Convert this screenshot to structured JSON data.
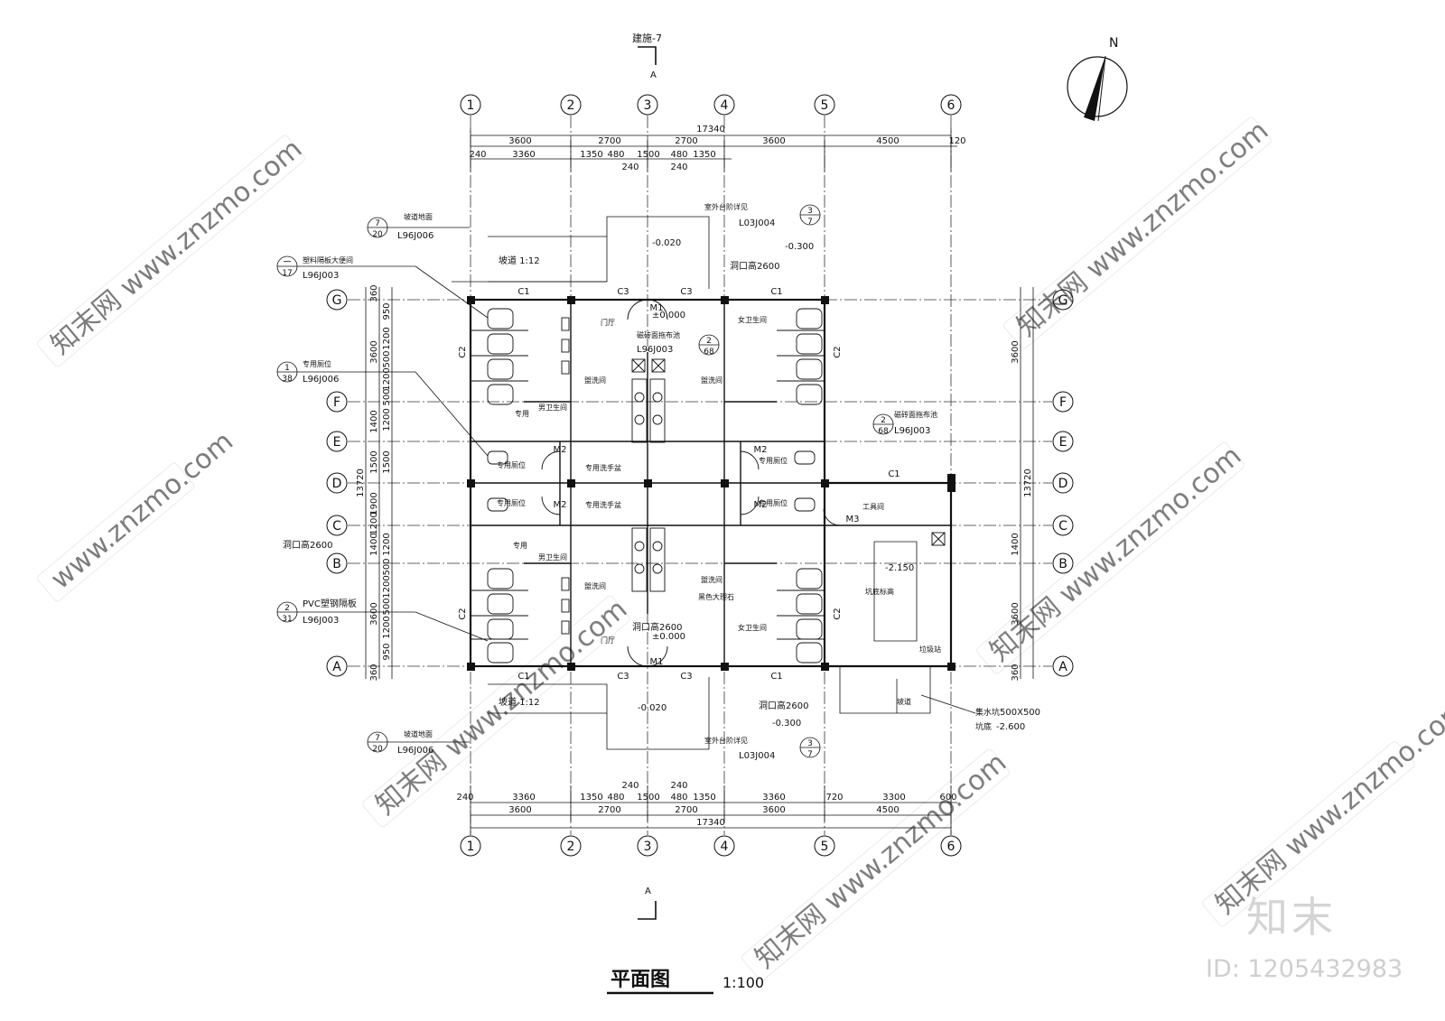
{
  "title": {
    "name": "平面图",
    "scale": "1:100"
  },
  "section_ref": {
    "top": "建施-7",
    "mark": "A"
  },
  "north": "N",
  "axes": {
    "cols": [
      "1",
      "2",
      "3",
      "4",
      "5",
      "6"
    ],
    "rows": [
      "G",
      "F",
      "E",
      "D",
      "C",
      "B",
      "A"
    ]
  },
  "dims": {
    "total_width": "17340",
    "top_tier1": [
      "3600",
      "2700",
      "2700",
      "3600",
      "4500",
      "120"
    ],
    "top_tier2": [
      "240",
      "3360",
      "1350",
      "480",
      "1500",
      "480",
      "1350"
    ],
    "top_tier3": [
      "240",
      "240"
    ],
    "bottom_tier1": [
      "3600",
      "2700",
      "2700",
      "3600",
      "4500"
    ],
    "bottom_tier2": [
      "240",
      "3360",
      "1350",
      "480",
      "1500",
      "480",
      "1350",
      "3360",
      "720",
      "3300",
      "600"
    ],
    "bottom_tier3": [
      "240",
      "240"
    ],
    "left_total": "13720",
    "left_tier1": [
      "360",
      "3600",
      "1400",
      "1500",
      "1900",
      "1200",
      "1400",
      "3600",
      "360"
    ],
    "left_tier2": [
      "950",
      "1200",
      "500",
      "1200",
      "500",
      "1200",
      "1500",
      "1200",
      "500",
      "1200",
      "500",
      "1200",
      "950"
    ],
    "right_tier": [
      "3600",
      "13720",
      "1400",
      "3600",
      "360"
    ]
  },
  "labels": {
    "ramp_floor": "坡道地面",
    "ramp_code": "L96J006",
    "ramp_ref_num": "7",
    "ramp_ref_sheet": "20",
    "ramp": "坡道 1:12",
    "stall_title": "塑料隔板大便间",
    "stall_code": "L96J003",
    "stall_ref_num": "一",
    "stall_ref_sheet": "17",
    "special_seat": "专用厕位",
    "special_code": "L96J006",
    "special_ref_num": "1",
    "special_ref_sheet": "38",
    "pvc": "PVC塑钢隔板",
    "pvc_code": "L96J003",
    "pvc_ref_num": "2",
    "pvc_ref_sheet": "31",
    "opening": "洞口高2600",
    "outdoor_step": "室外台阶详见",
    "step_code": "L03J004",
    "step_ref_num": "3",
    "step_ref_sheet": "7",
    "tile_pool": "磁砖面拖布池",
    "tile_code": "L96J003",
    "tile_ref_num": "2",
    "tile_ref_sheet": "68",
    "lobby": "门厅",
    "wash": "盥洗间",
    "men": "男卫生间",
    "women": "女卫生间",
    "special": "专用",
    "special_basin": "专用洗手盆",
    "tool": "工具间",
    "pit_elev": "坑底标高",
    "garbage": "垃圾站",
    "black_marble": "黑色大理石",
    "sump": "集水坑",
    "sump_size": "500X500",
    "sump_bottom": "坑底",
    "sump_elev": "-2.600",
    "ramp_small": "坡道",
    "el_0": "±0.000",
    "el_m020": "-0.020",
    "el_m300": "-0.300",
    "el_m150": "-2.150"
  },
  "windows": [
    "C1",
    "C2",
    "C3",
    "M1",
    "M2",
    "M3"
  ],
  "brand": "知末",
  "drawing_id": "ID: 1205432983"
}
